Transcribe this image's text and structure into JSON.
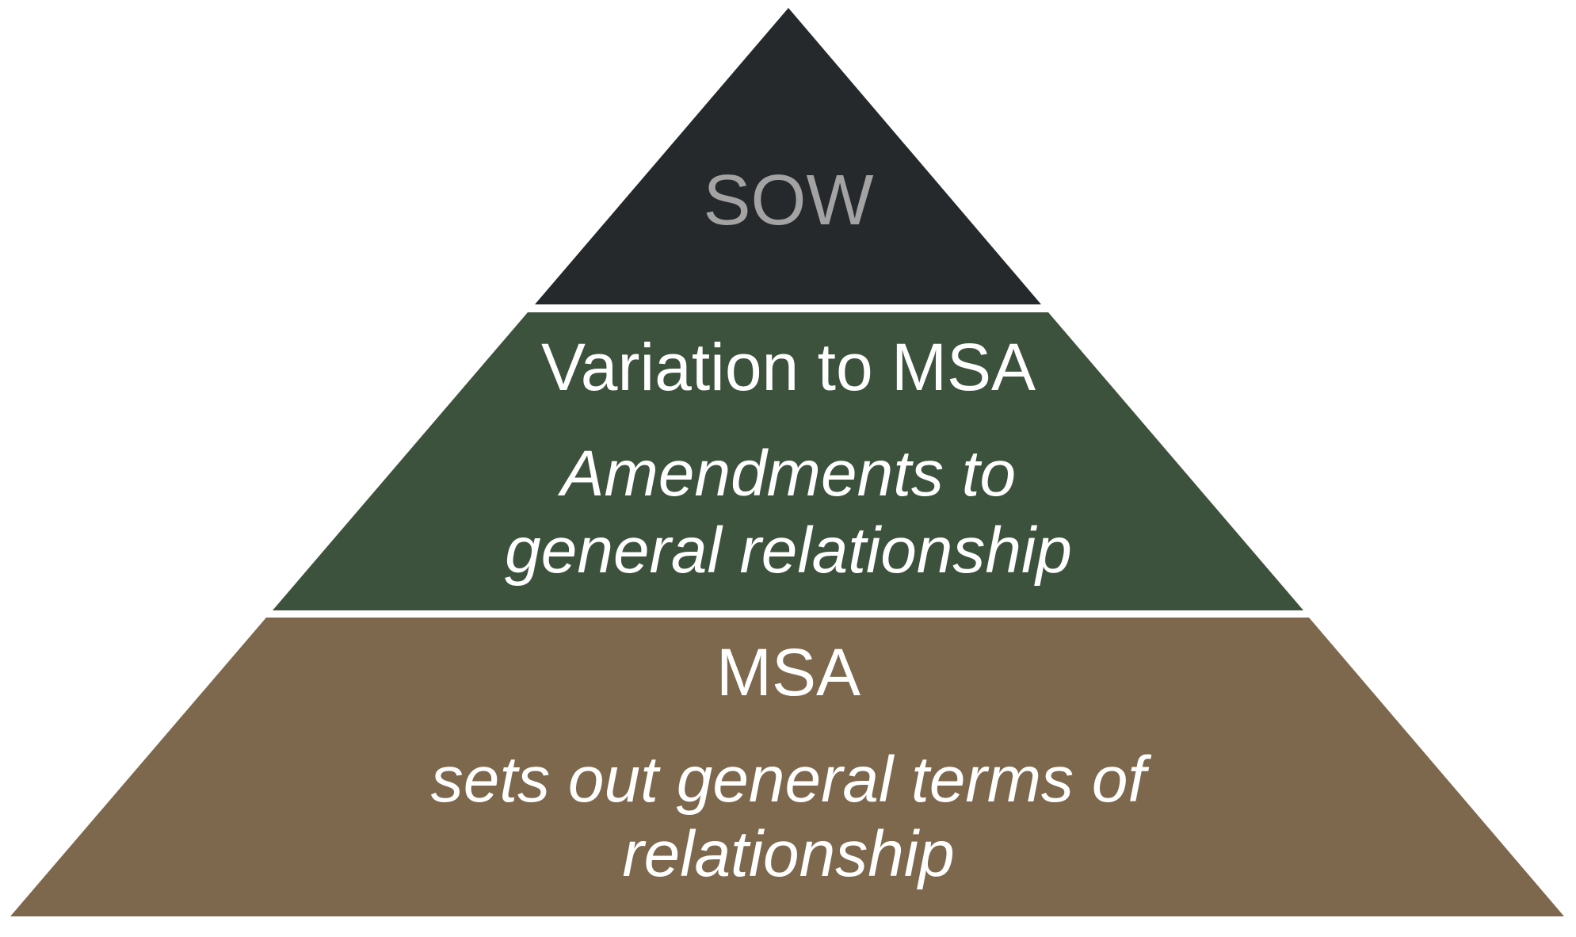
{
  "colors": {
    "top_tier": "#25292c",
    "middle_tier": "#3d523d",
    "bottom_tier": "#7e684d",
    "top_text": "#a3a3a3",
    "tier_text": "#ffffff"
  },
  "pyramid": {
    "top": {
      "title": "SOW"
    },
    "middle": {
      "title": "Variation to MSA",
      "description_lines": [
        "Amendments to",
        "general relationship"
      ]
    },
    "bottom": {
      "title": "MSA",
      "description_lines": [
        "sets out general terms of",
        "relationship"
      ]
    }
  }
}
